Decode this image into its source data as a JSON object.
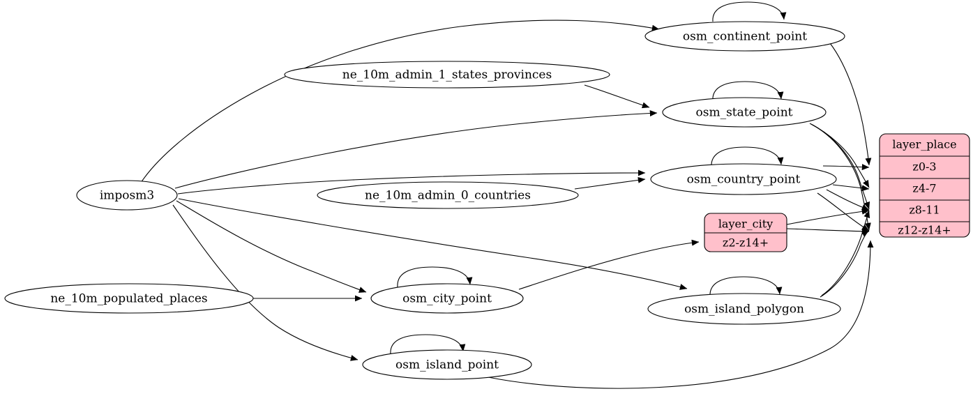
{
  "diagram": {
    "type": "directed-graph",
    "title": "",
    "background": "#ffffff",
    "source_color": "#ffffff",
    "layer_color": "#ffc0cb",
    "edge_color": "#000000"
  },
  "nodes": {
    "imposm3": {
      "label": "imposm3",
      "shape": "ellipse"
    },
    "ne_states": {
      "label": "ne_10m_admin_1_states_provinces",
      "shape": "ellipse"
    },
    "ne_countries": {
      "label": "ne_10m_admin_0_countries",
      "shape": "ellipse"
    },
    "ne_places": {
      "label": "ne_10m_populated_places",
      "shape": "ellipse"
    },
    "osm_continent_point": {
      "label": "osm_continent_point",
      "shape": "ellipse"
    },
    "osm_state_point": {
      "label": "osm_state_point",
      "shape": "ellipse"
    },
    "osm_country_point": {
      "label": "osm_country_point",
      "shape": "ellipse"
    },
    "osm_city_point": {
      "label": "osm_city_point",
      "shape": "ellipse"
    },
    "osm_island_point": {
      "label": "osm_island_point",
      "shape": "ellipse"
    },
    "osm_island_polygon": {
      "label": "osm_island_polygon",
      "shape": "ellipse"
    }
  },
  "records": {
    "layer_place": {
      "title": "layer_place",
      "shape": "record",
      "rows": [
        "z0-3",
        "z4-7",
        "z8-11",
        "z12-z14+"
      ]
    },
    "layer_city": {
      "title": "layer_city",
      "shape": "record",
      "rows": [
        "z2-z14+"
      ]
    }
  },
  "edges": [
    {
      "from": "imposm3",
      "to": "osm_continent_point"
    },
    {
      "from": "imposm3",
      "to": "osm_state_point"
    },
    {
      "from": "imposm3",
      "to": "osm_country_point"
    },
    {
      "from": "imposm3",
      "to": "osm_city_point"
    },
    {
      "from": "imposm3",
      "to": "osm_island_point"
    },
    {
      "from": "imposm3",
      "to": "osm_island_polygon"
    },
    {
      "from": "ne_states",
      "to": "osm_state_point"
    },
    {
      "from": "ne_countries",
      "to": "osm_country_point"
    },
    {
      "from": "ne_places",
      "to": "osm_city_point"
    },
    {
      "from": "osm_continent_point",
      "to": "osm_continent_point"
    },
    {
      "from": "osm_state_point",
      "to": "osm_state_point"
    },
    {
      "from": "osm_country_point",
      "to": "osm_country_point"
    },
    {
      "from": "osm_city_point",
      "to": "osm_city_point"
    },
    {
      "from": "osm_island_point",
      "to": "osm_island_point"
    },
    {
      "from": "osm_island_polygon",
      "to": "osm_island_polygon"
    },
    {
      "from": "osm_continent_point",
      "to": "layer_place.z0-3"
    },
    {
      "from": "osm_state_point",
      "to": "layer_place.z4-7"
    },
    {
      "from": "osm_state_point",
      "to": "layer_place.z8-11"
    },
    {
      "from": "osm_state_point",
      "to": "layer_place.z12-z14+"
    },
    {
      "from": "osm_country_point",
      "to": "layer_place.z0-3"
    },
    {
      "from": "osm_country_point",
      "to": "layer_place.z4-7"
    },
    {
      "from": "osm_country_point",
      "to": "layer_place.z8-11"
    },
    {
      "from": "osm_country_point",
      "to": "layer_place.z12-z14+"
    },
    {
      "from": "osm_city_point",
      "to": "layer_city.z2-z14+"
    },
    {
      "from": "layer_city",
      "to": "layer_place.z8-11"
    },
    {
      "from": "layer_city",
      "to": "layer_place.z12-z14+"
    },
    {
      "from": "osm_island_polygon",
      "to": "layer_place.z8-11"
    },
    {
      "from": "osm_island_polygon",
      "to": "layer_place.z12-z14+"
    },
    {
      "from": "osm_island_point",
      "to": "layer_place.z12-z14+"
    }
  ]
}
